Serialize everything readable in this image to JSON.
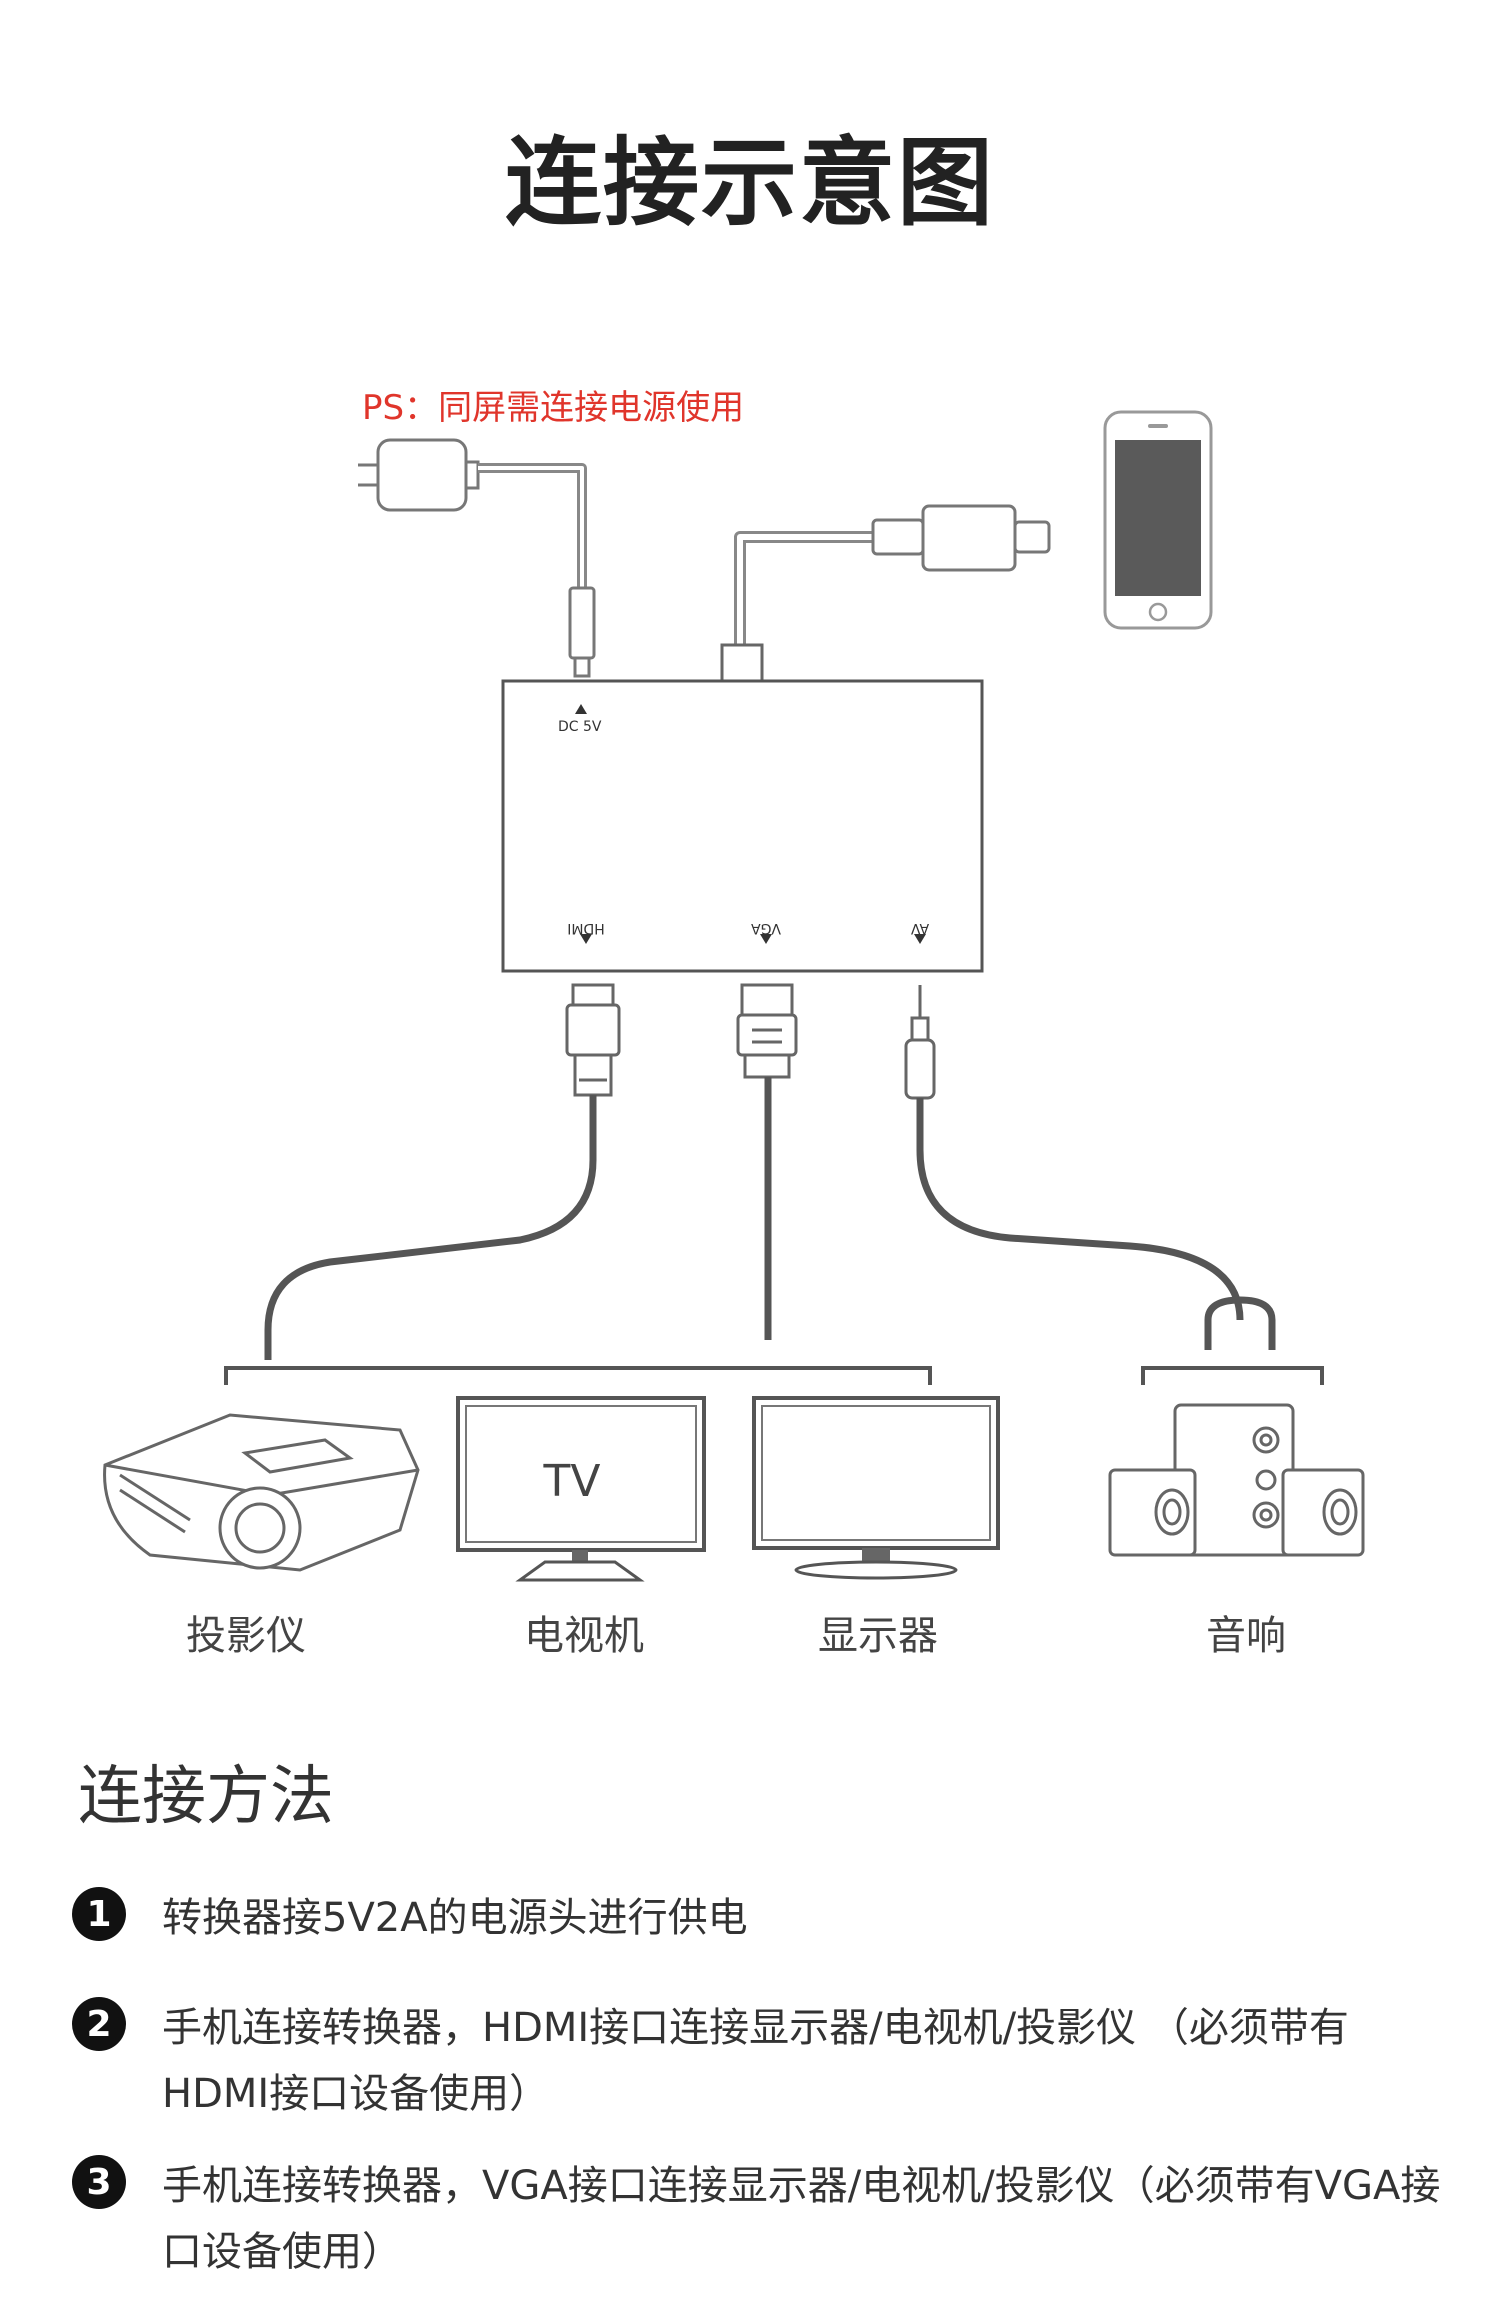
{
  "header": {
    "title": "连接示意图"
  },
  "note": "PS：同屏需连接电源使用",
  "hub": {
    "ports": {
      "dc": "DC 5V",
      "hdmi": "HDMI",
      "vga": "VGA",
      "av": "AV"
    }
  },
  "devices": {
    "tv_screen_text": "TV",
    "projector": "投影仪",
    "tv": "电视机",
    "monitor": "显示器",
    "speaker": "音响"
  },
  "method": {
    "title": "连接方法",
    "steps": [
      {
        "num": "1",
        "text": "转换器接5V2A的电源头进行供电"
      },
      {
        "num": "2",
        "text": "手机连接转换器，HDMI接口连接显示器/电视机/投影仪 （必须带有HDMI接口设备使用）"
      },
      {
        "num": "3",
        "text": "手机连接转换器，VGA接口连接显示器/电视机/投影仪（必须带有VGA接口设备使用）"
      }
    ]
  },
  "colors": {
    "note": "#e0352b",
    "line": "#555555",
    "text": "#333333"
  }
}
